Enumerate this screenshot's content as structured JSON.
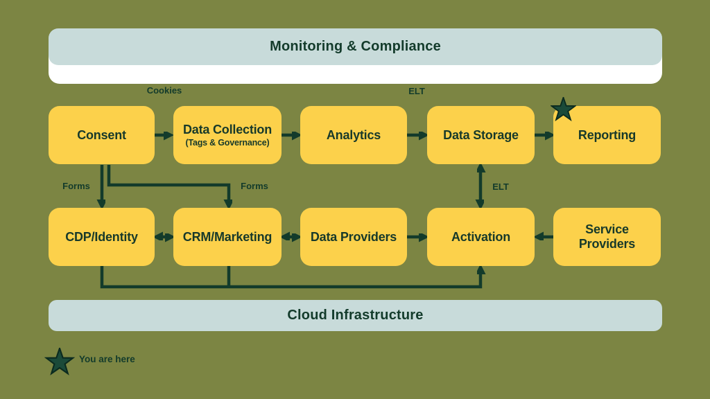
{
  "top_bar": {
    "label": "Monitoring & Compliance"
  },
  "bottom_bar": {
    "label": "Cloud Infrastructure"
  },
  "row1": [
    {
      "id": "consent",
      "label": "Consent"
    },
    {
      "id": "data-collection",
      "label": "Data Collection",
      "sublabel": "(Tags & Governance)"
    },
    {
      "id": "analytics",
      "label": "Analytics"
    },
    {
      "id": "data-storage",
      "label": "Data Storage"
    },
    {
      "id": "reporting",
      "label": "Reporting",
      "starred": true
    }
  ],
  "row2": [
    {
      "id": "cdp-identity",
      "label": "CDP/Identity"
    },
    {
      "id": "crm-marketing",
      "label": "CRM/Marketing"
    },
    {
      "id": "data-providers",
      "label": "Data Providers"
    },
    {
      "id": "activation",
      "label": "Activation"
    },
    {
      "id": "service-providers",
      "label": "Service Providers"
    }
  ],
  "edge_labels": {
    "cookies": "Cookies",
    "elt_top": "ELT",
    "forms_left": "Forms",
    "forms_right": "Forms",
    "elt_mid": "ELT"
  },
  "legend": {
    "star_icon": "star-icon",
    "label": "You are here"
  },
  "connections": [
    {
      "from": "Consent",
      "to": "Data Collection",
      "label": "Cookies",
      "direction": "one-way"
    },
    {
      "from": "Data Collection",
      "to": "Analytics",
      "direction": "one-way"
    },
    {
      "from": "Analytics",
      "to": "Data Storage",
      "label": "ELT",
      "direction": "one-way"
    },
    {
      "from": "Data Storage",
      "to": "Reporting",
      "direction": "one-way"
    },
    {
      "from": "Consent",
      "to": "CDP/Identity",
      "label": "Forms",
      "direction": "one-way"
    },
    {
      "from": "Consent",
      "to": "CRM/Marketing",
      "label": "Forms",
      "direction": "one-way"
    },
    {
      "from": "CDP/Identity",
      "to": "CRM/Marketing",
      "direction": "two-way"
    },
    {
      "from": "CRM/Marketing",
      "to": "Data Providers",
      "direction": "two-way"
    },
    {
      "from": "Data Providers",
      "to": "Activation",
      "direction": "one-way"
    },
    {
      "from": "Service Providers",
      "to": "Activation",
      "direction": "one-way"
    },
    {
      "from": "Data Storage",
      "to": "Activation",
      "label": "ELT",
      "direction": "two-way"
    },
    {
      "from": "CDP/Identity",
      "to": "Activation",
      "direction": "one-way"
    },
    {
      "from": "CRM/Marketing",
      "to": "Activation",
      "direction": "one-way"
    }
  ],
  "colors": {
    "background": "#7C8543",
    "node_yellow": "#FCD14B",
    "bar_blue": "#C8DBDA",
    "bar_white": "#FFFFFF",
    "line_dark_green": "#133B2B",
    "star_fill": "#1B4A39",
    "star_outline": "#0B2A1F"
  }
}
